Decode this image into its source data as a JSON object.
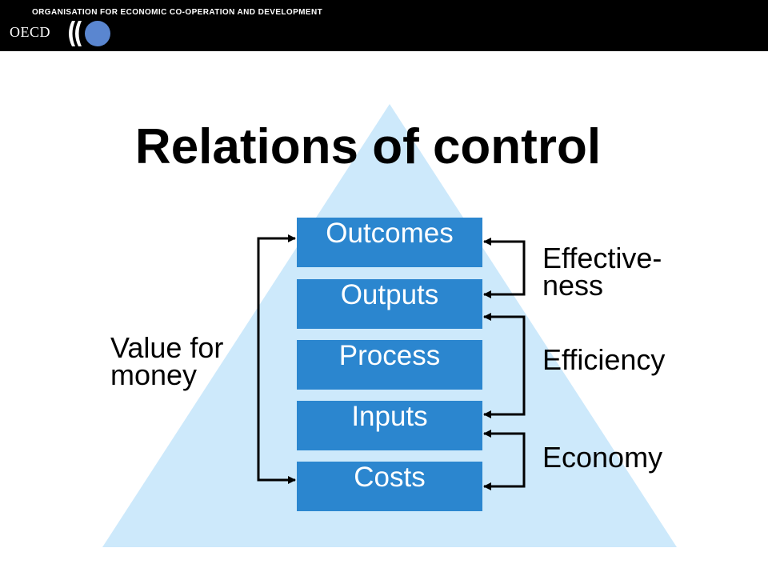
{
  "header": {
    "organisation": "ORGANISATION FOR ECONOMIC CO-OPERATION AND DEVELOPMENT",
    "logo_text": "OECD"
  },
  "title": "Relations of control",
  "levels": [
    "Outcomes",
    "Outputs",
    "Process",
    "Inputs",
    "Costs"
  ],
  "relations": {
    "value_for_money": [
      "Value for",
      "money"
    ],
    "effectiveness": [
      "Effective-",
      "ness"
    ],
    "efficiency": "Efficiency",
    "economy": "Economy"
  },
  "colors": {
    "header": "#000000",
    "pyramid": "#cde9fb",
    "box": "#2b86cf",
    "box_text": "#ffffff",
    "logo_circle": "#5a86d0"
  }
}
